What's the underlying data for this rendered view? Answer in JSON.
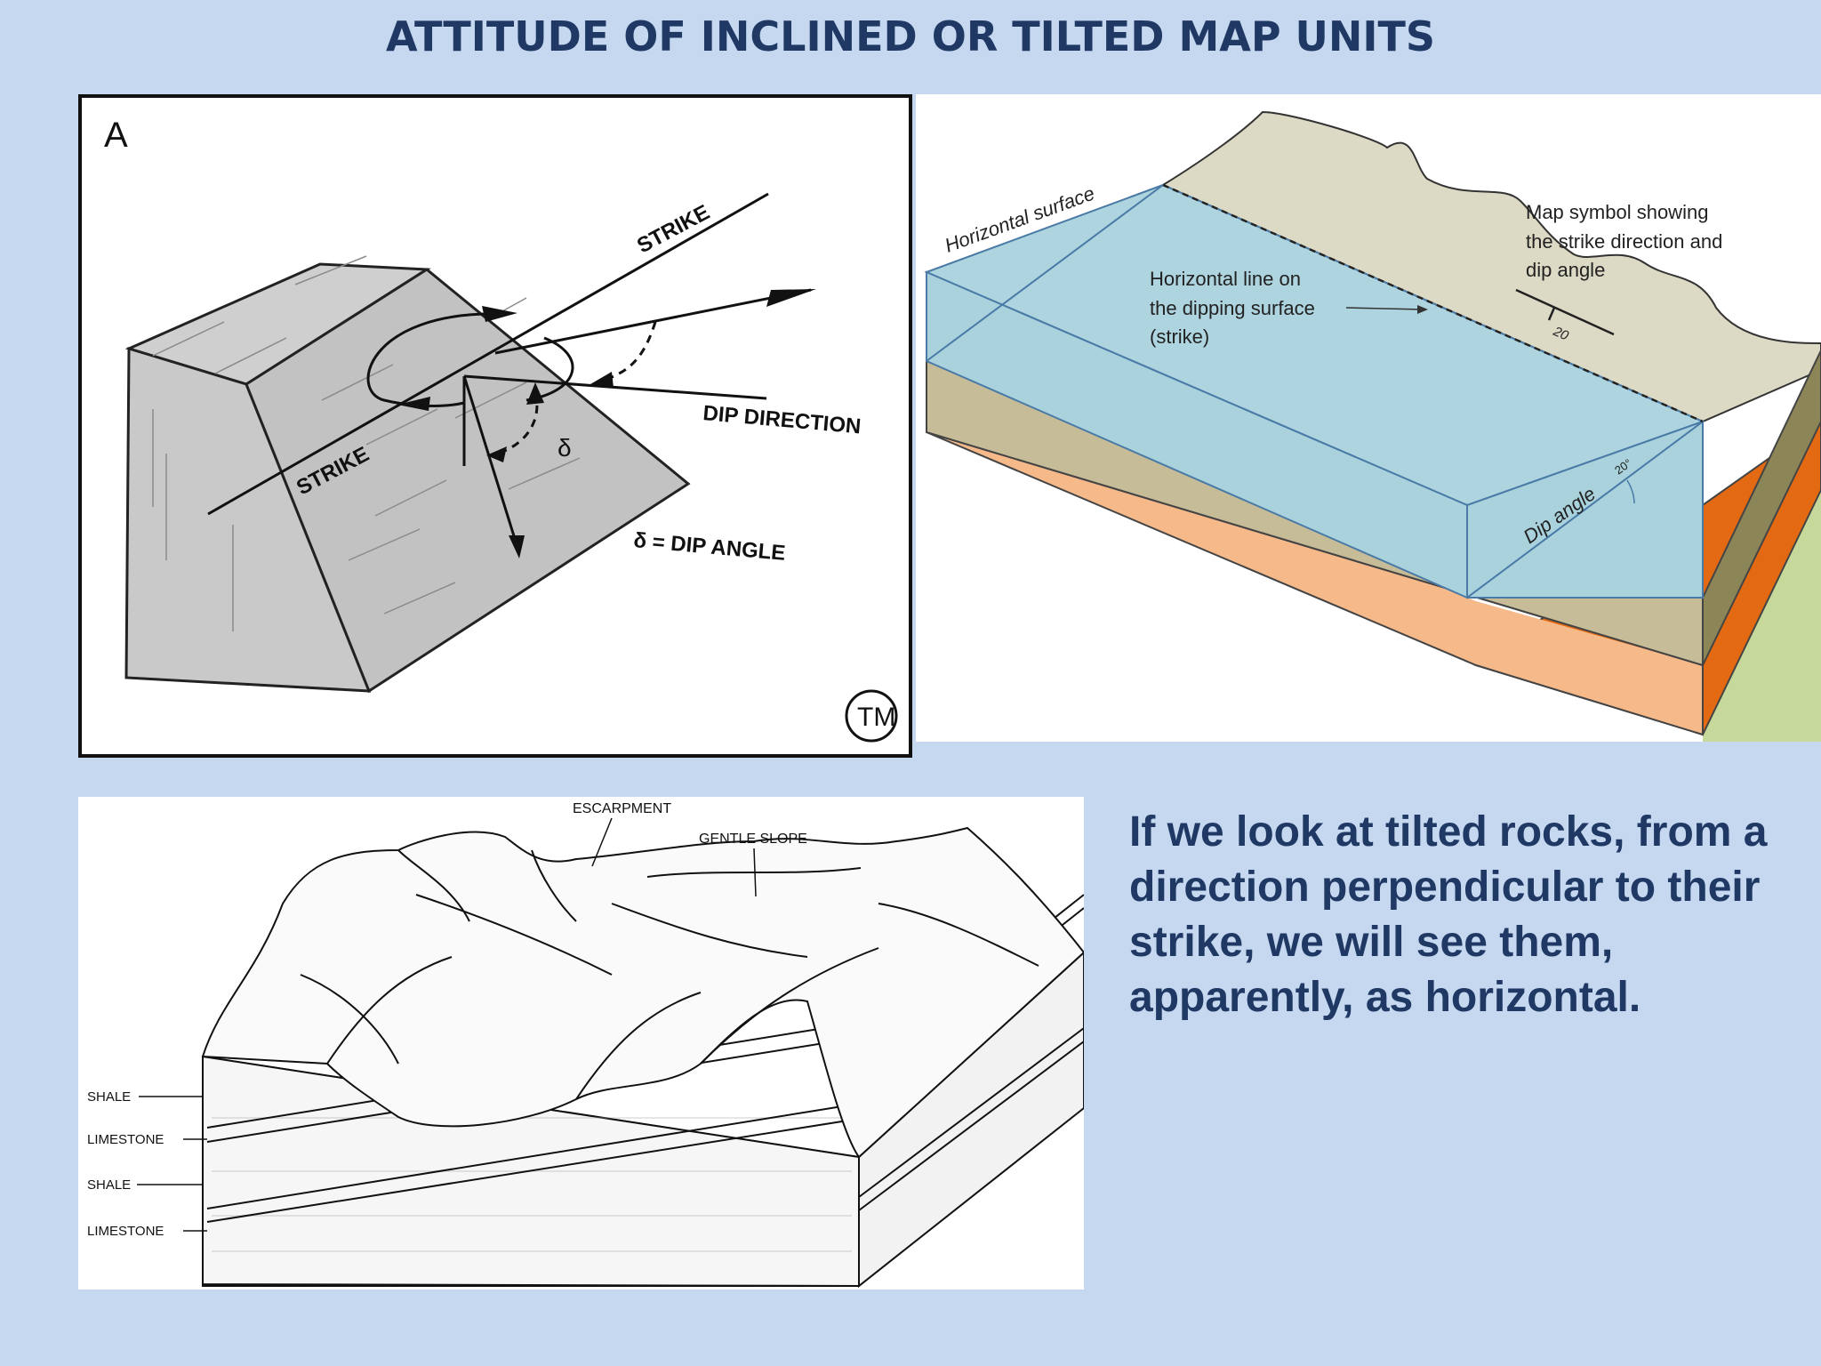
{
  "title": "ATTITUDE OF INCLINED OR TILTED MAP UNITS",
  "panel_a": {
    "panel_letter": "A",
    "strike_label_top": "STRIKE",
    "strike_label_bottom": "STRIKE",
    "dip_direction_label": "DIP DIRECTION",
    "delta_symbol": "δ",
    "dip_angle_label": "δ = DIP ANGLE",
    "logo_letters": "TM"
  },
  "panel_b": {
    "horizontal_surface_label": "Horizontal surface",
    "strike_line_label": [
      "Horizontal line on",
      "the dipping surface",
      "(strike)"
    ],
    "map_symbol_label": [
      "Map symbol showing",
      "the strike direction and",
      "dip angle"
    ],
    "map_symbol_value": "20",
    "dip_angle_label": "Dip angle",
    "dip_angle_value": "20°",
    "colors": {
      "water": "#a9d2dd",
      "tan_layer": "#c6bd98",
      "tan_layer_side": "#8c8558",
      "orange_layer": "#f6b98a",
      "orange_layer_side": "#e36a12",
      "green_layer": "#c6d99b",
      "land": "#dcd9c4"
    }
  },
  "panel_c": {
    "escarpment_label": "ESCARPMENT",
    "gentle_slope_label": "GENTLE SLOPE",
    "layer_labels": [
      "SHALE",
      "LIMESTONE",
      "SHALE",
      "LIMESTONE"
    ]
  },
  "caption": "If we look at tilted rocks, from a direction perpendicular to their strike, we will see them, apparently, as horizontal."
}
